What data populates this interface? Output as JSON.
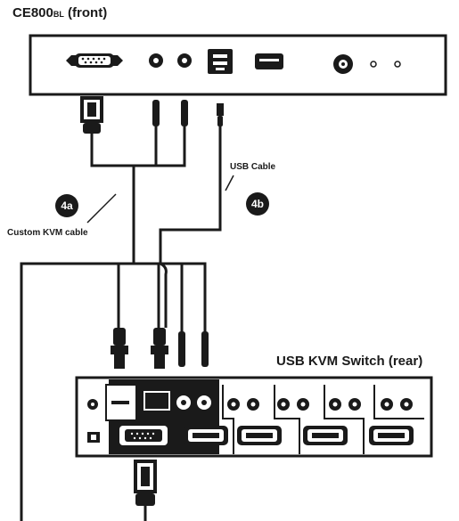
{
  "front_device": {
    "name": "CE800",
    "suffix": "BL",
    "view": " (front)"
  },
  "rear_device": {
    "title": "USB KVM Switch (rear)"
  },
  "labels": {
    "usb_cable": "USB Cable",
    "custom_kvm_cable": "Custom KVM cable",
    "step_4a": "4a",
    "step_4b": "4b"
  },
  "colors": {
    "ink": "#1a1a1a",
    "panel": "#ffffff",
    "background": "#ffffff"
  }
}
